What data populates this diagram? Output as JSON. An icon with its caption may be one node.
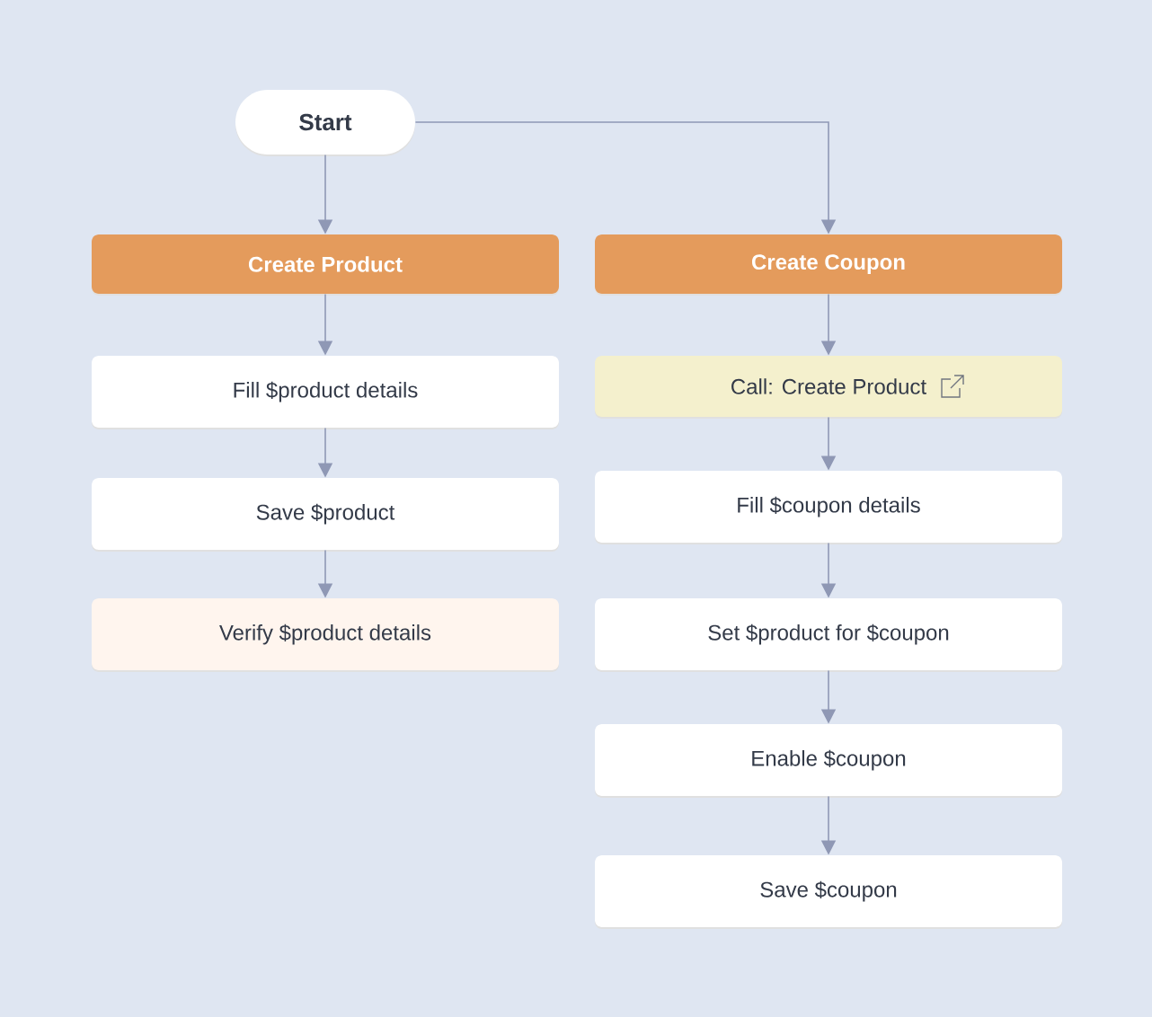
{
  "diagram": {
    "nodes": [
      {
        "text": [
          "Start"
        ]
      },
      {
        "text": [
          "Create Product"
        ]
      },
      {
        "text": [
          "Create Coupon"
        ]
      },
      {
        "text": [
          "Fill $product details"
        ]
      },
      {
        "text": [
          "Save $product"
        ]
      },
      {
        "text": [
          "Verify $product details"
        ]
      },
      {
        "text": [
          "Call: Create Product"
        ]
      },
      {
        "text": [
          "Fill $coupon details"
        ]
      },
      {
        "text": [
          "Set $product for $coupon"
        ]
      },
      {
        "text": [
          "Enable $coupon"
        ]
      },
      {
        "text": [
          "Save $coupon"
        ]
      }
    ],
    "edges": [
      {
        "from": 0,
        "to": 1,
        "arrow": "to"
      },
      {
        "from": 0,
        "to": 2,
        "arrow": "to"
      },
      {
        "from": 1,
        "to": 3,
        "arrow": "to"
      },
      {
        "from": 3,
        "to": 4,
        "arrow": "to"
      },
      {
        "from": 4,
        "to": 5,
        "arrow": "to"
      },
      {
        "from": 2,
        "to": 6,
        "arrow": "to"
      },
      {
        "from": 6,
        "to": 7,
        "arrow": "to"
      },
      {
        "from": 7,
        "to": 8,
        "arrow": "to"
      },
      {
        "from": 8,
        "to": 9,
        "arrow": "to"
      },
      {
        "from": 9,
        "to": 10,
        "arrow": "to"
      }
    ]
  }
}
